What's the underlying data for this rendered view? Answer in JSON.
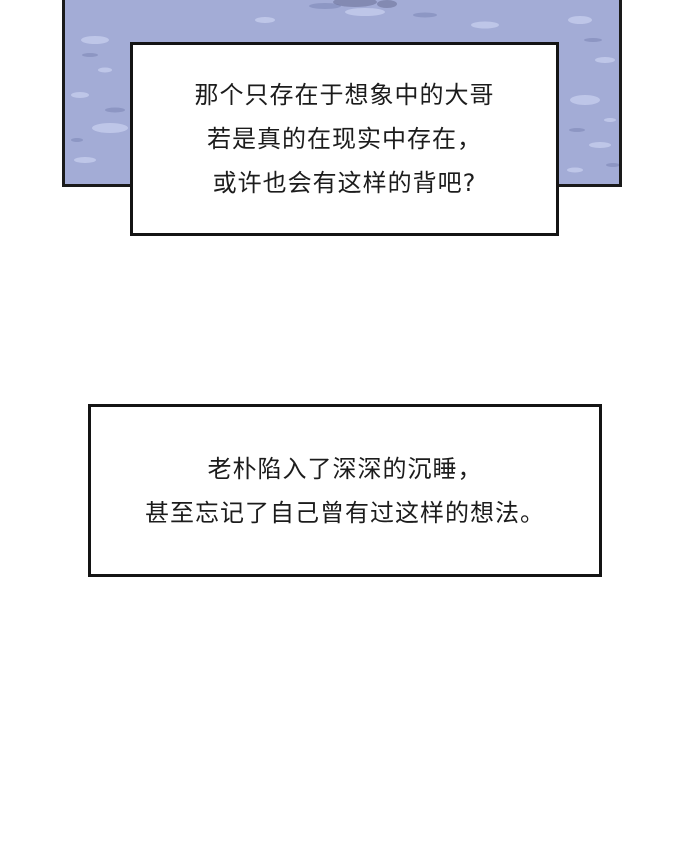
{
  "panel": {
    "background_color": "#a3acd6",
    "border_color": "#1a1a1a"
  },
  "captions": [
    {
      "lines": [
        "那个只存在于想象中的大哥",
        "若是真的在现实中存在，",
        "或许也会有这样的背吧?"
      ]
    },
    {
      "lines": [
        "老朴陷入了深深的沉睡，",
        "甚至忘记了自己曾有过这样的想法。"
      ]
    }
  ]
}
